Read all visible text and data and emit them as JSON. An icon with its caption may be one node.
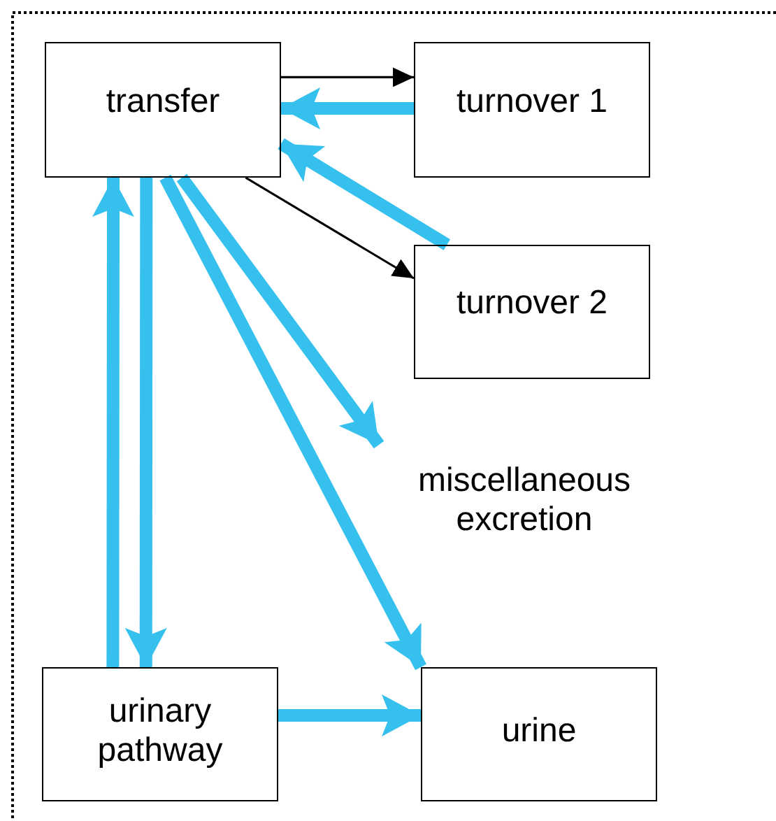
{
  "diagram": {
    "nodes": [
      {
        "text": [
          "transfer"
        ]
      },
      {
        "text": [
          "turnover 1"
        ]
      },
      {
        "text": [
          "turnover 2"
        ]
      },
      {
        "text": [
          "miscellaneous excretion"
        ]
      },
      {
        "text": [
          "urinary pathway"
        ]
      },
      {
        "text": [
          "urine"
        ]
      }
    ],
    "edges": [
      {
        "from": 0,
        "to": 1,
        "arrow": "to",
        "color": "#000000"
      },
      {
        "from": 1,
        "to": 0,
        "arrow": "to"
      },
      {
        "from": 2,
        "to": 0,
        "arrow": "to"
      },
      {
        "from": 0,
        "to": 2,
        "arrow": "to",
        "color": "#000000"
      },
      {
        "from": 4,
        "to": 0,
        "arrow": "to"
      },
      {
        "from": 0,
        "to": 4,
        "arrow": "to"
      },
      {
        "from": 0,
        "to": 3,
        "arrow": "to"
      },
      {
        "from": 0,
        "to": 5,
        "arrow": "to"
      },
      {
        "from": 4,
        "to": 5,
        "arrow": "to"
      }
    ]
  }
}
